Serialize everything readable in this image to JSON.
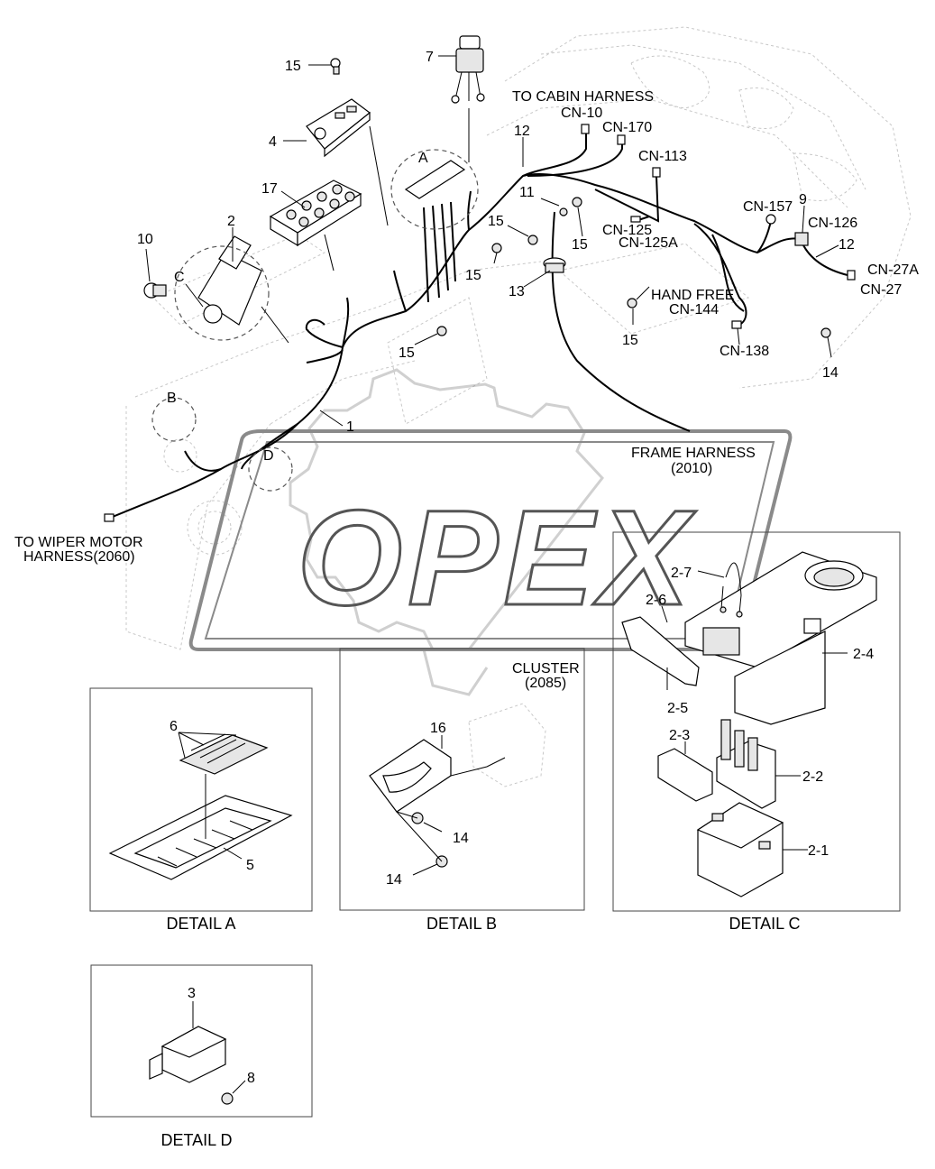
{
  "watermark": "OPEX",
  "callouts": {
    "n15a": "15",
    "n7": "7",
    "n4": "4",
    "n17": "17",
    "n2": "2",
    "n10": "10",
    "nC": "C",
    "nA": "A",
    "n12a": "12",
    "n11": "11",
    "n15b": "15",
    "n15c": "15",
    "n15d": "15",
    "n15e": "15",
    "n15f": "15",
    "n13": "13",
    "n1": "1",
    "nB": "B",
    "nD": "D",
    "n9": "9",
    "n12b": "12",
    "n14a": "14"
  },
  "connectors": {
    "to_cabin": "TO CABIN HARNESS",
    "cn10": "CN-10",
    "cn170": "CN-170",
    "cn113": "CN-113",
    "cn125": "CN-125",
    "cn125a": "CN-125A",
    "cn157": "CN-157",
    "cn126": "CN-126",
    "cn27a": "CN-27A",
    "cn27": "CN-27",
    "hand_free": "HAND FREE",
    "cn144": "CN-144",
    "cn138": "CN-138",
    "frame_harness": "FRAME HARNESS",
    "frame_code": "(2010)",
    "wiper_1": "TO WIPER MOTOR",
    "wiper_2": "HARNESS(2060)"
  },
  "detail_a": {
    "caption": "DETAIL A",
    "n6": "6",
    "n5": "5"
  },
  "detail_b": {
    "caption": "DETAIL B",
    "cluster": "CLUSTER",
    "cluster_code": "(2085)",
    "n16": "16",
    "n14a": "14",
    "n14b": "14"
  },
  "detail_c": {
    "caption": "DETAIL C",
    "n27": "2-7",
    "n26": "2-6",
    "n25": "2-5",
    "n24": "2-4",
    "n23": "2-3",
    "n22": "2-2",
    "n21": "2-1"
  },
  "detail_d": {
    "caption": "DETAIL D",
    "n3": "3",
    "n8": "8"
  }
}
